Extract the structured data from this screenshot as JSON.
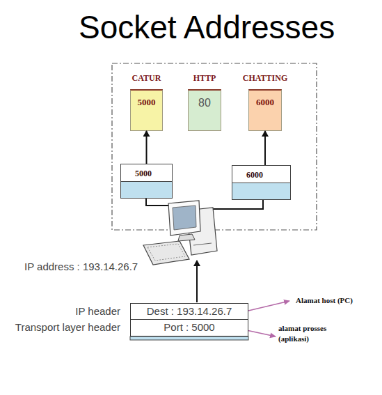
{
  "diagram": {
    "title": "Socket Addresses",
    "nodes": [
      {
        "text": [
          "CATUR",
          "5000"
        ]
      },
      {
        "text": [
          "HTTP",
          "80"
        ]
      },
      {
        "text": [
          "CHATTING",
          "6000"
        ]
      },
      {
        "text": [
          "5000"
        ]
      },
      {
        "text": [
          "6000"
        ]
      },
      {
        "text": [
          "IP header",
          "Dest : 193.14.26.7"
        ]
      },
      {
        "text": [
          "Transport layer header",
          "Port : 5000"
        ]
      }
    ],
    "edges": [
      {
        "from": 3,
        "to": 0,
        "arrow": "to"
      },
      {
        "from": 4,
        "to": 2,
        "arrow": "to"
      }
    ],
    "labels": [
      "IP address : 193.14.26.7",
      "Alamat host (PC)",
      "alamat prosses (aplikasi)"
    ]
  }
}
